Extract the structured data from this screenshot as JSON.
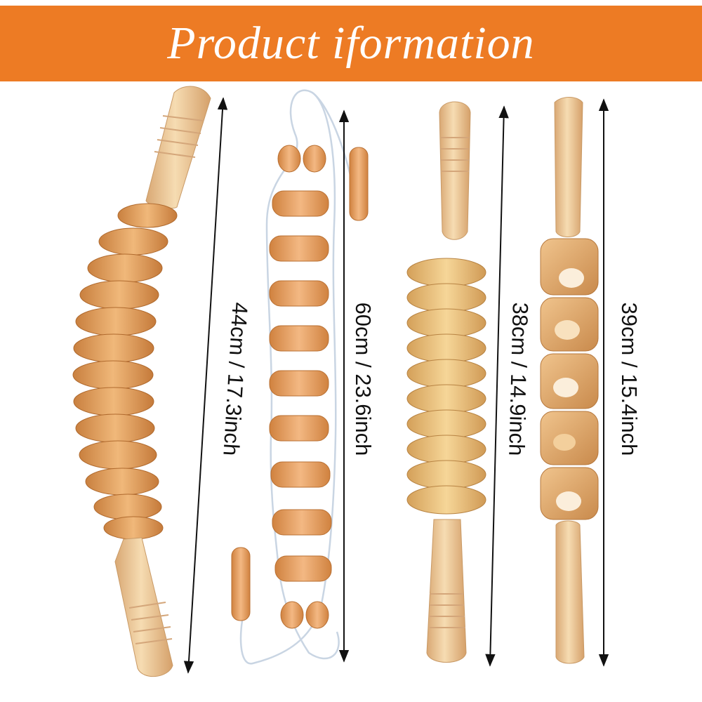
{
  "banner": {
    "title": "Product iformation",
    "color": "#ed7b24"
  },
  "products": [
    {
      "name": "curved-roller-massager",
      "dimension": "44cm / 17.3inch"
    },
    {
      "name": "rope-roller-massager",
      "dimension": "60cm / 23.6inch"
    },
    {
      "name": "straight-roller-massager",
      "dimension": "38cm / 14.9inch"
    },
    {
      "name": "cube-roller-massager",
      "dimension": "39cm / 15.4inch"
    }
  ],
  "colors": {
    "wood_light": "#f2d3a6",
    "wood_mid": "#e0a066",
    "wood_dark": "#c5773a",
    "rope": "#c9d5e3",
    "text": "#111111"
  }
}
